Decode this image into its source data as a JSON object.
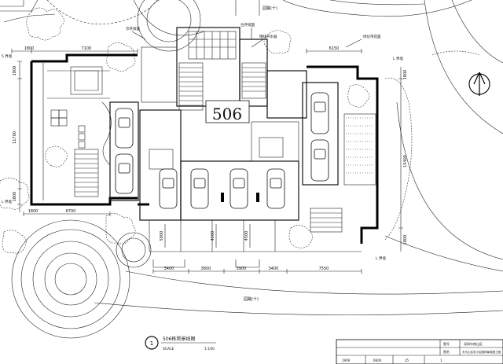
{
  "plan": {
    "unit_number": "506",
    "labels": {
      "road_top": "园路(十)",
      "road_bottom": "园路(十)",
      "line_a": "示开排面",
      "line_b": "台开排面",
      "line_c": "晴排开水器",
      "line_right": "绿化带花面",
      "mark_ll": "5 界墙",
      "mark_lr": "L 界墙",
      "mark_rt": "L 界墙",
      "mark_rb": "L 界墙"
    },
    "dims": {
      "top_left": "1800",
      "top_mid": "7100",
      "top_right": "6150",
      "left_v": "11700",
      "left_v2": "1800",
      "left_v3": "1800",
      "bottom_left": "6700",
      "bottom_left2": "1800",
      "right_v": "15400",
      "right_v2": "1800",
      "right_v3": "1800",
      "b1": "3400",
      "b2": "3800",
      "b3": "3900",
      "b4": "3400",
      "b5": "7550",
      "v_a": "5000",
      "v_b": "4500",
      "v_c": "4500"
    },
    "caption": {
      "number": "1",
      "title": "506栋院景线图",
      "scale_label": "SCALE",
      "scale_value": "1:100"
    },
    "title_block": {
      "row1_a": "图号",
      "row1_b": "深圳市南山区",
      "row2_a": "图名",
      "row2_b": "天马山住宅小区园林景观施工图",
      "row3_a": "1909",
      "row3_b": "6600",
      "row3_c": "25",
      "row3_d": "1"
    }
  }
}
